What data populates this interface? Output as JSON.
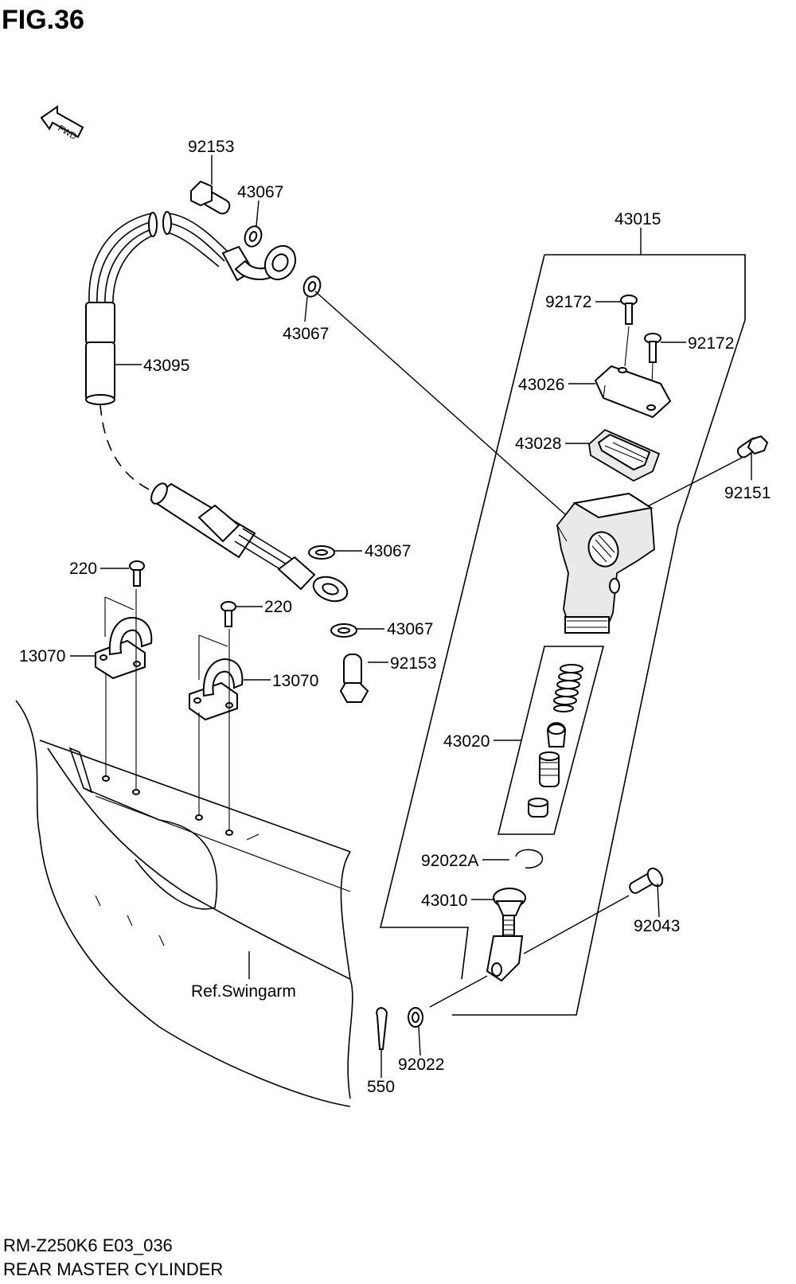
{
  "figure": {
    "title": "FIG.36",
    "model_code": "RM-Z250K6 E03_036",
    "subtitle": "REAR MASTER CYLINDER",
    "direction_marker": "FWD"
  },
  "callouts": {
    "c92153_top": "92153",
    "c43067_a": "43067",
    "c43015": "43015",
    "c43067_b": "43067",
    "c92172_a": "92172",
    "c92172_b": "92172",
    "c43095": "43095",
    "c43026": "43026",
    "c43028": "43028",
    "c92151": "92151",
    "c43067_c": "43067",
    "c220_a": "220",
    "c220_b": "220",
    "c43067_d": "43067",
    "c13070_a": "13070",
    "c92153_b": "92153",
    "c13070_b": "13070",
    "c43020": "43020",
    "c92022A": "92022A",
    "c43010": "43010",
    "c92043": "92043",
    "ref_swingarm": "Ref.Swingarm",
    "c92022": "92022",
    "c550": "550"
  }
}
